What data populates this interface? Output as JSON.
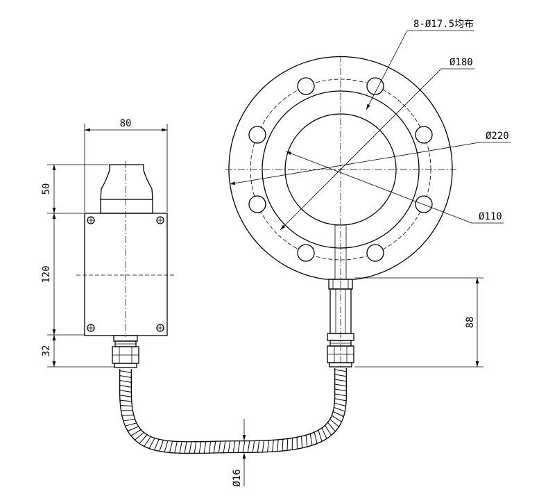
{
  "annotations": {
    "holes": "8-Ø17.5均布",
    "d180": "Ø180",
    "d220": "Ø220",
    "d110": "Ø110",
    "box_width": "80",
    "antenna_height": "50",
    "box_height": "120",
    "gland_height": "32",
    "stem_height": "88",
    "hose_diameter": "Ø16"
  },
  "colors": {
    "line": "#000000",
    "background": "#ffffff"
  }
}
